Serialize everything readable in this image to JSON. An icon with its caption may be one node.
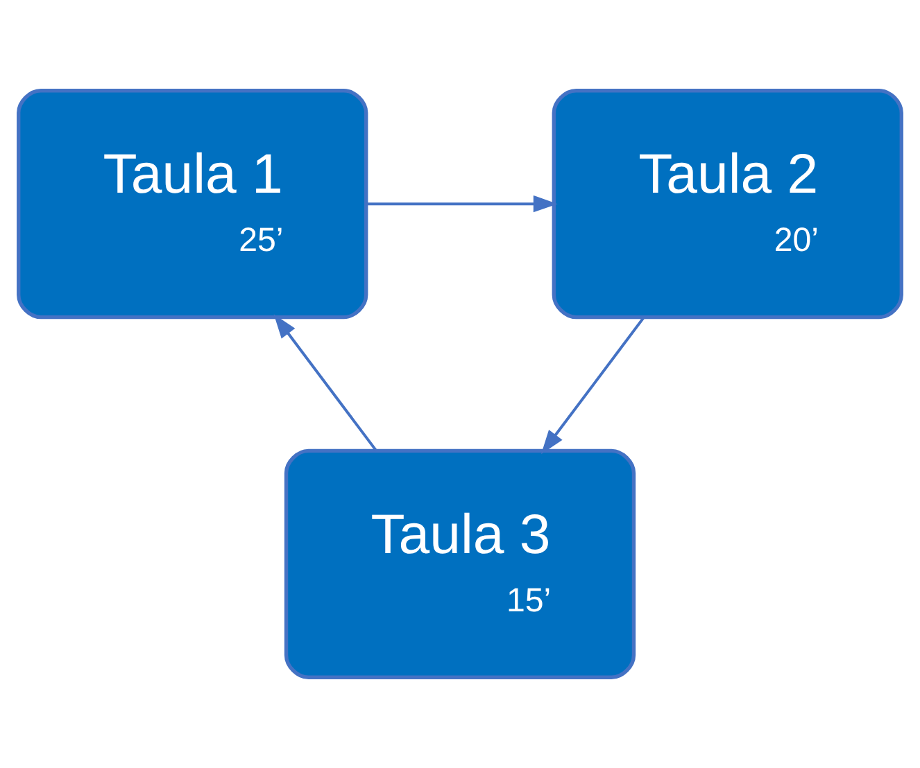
{
  "diagram": {
    "nodes": [
      {
        "text": [
          "Taula 1",
          "25’"
        ]
      },
      {
        "text": [
          "Taula 2",
          "20’"
        ]
      },
      {
        "text": [
          "Taula 3",
          "15’"
        ]
      }
    ],
    "edges": [
      {
        "from": 0,
        "to": 1,
        "arrow": "to"
      },
      {
        "from": 1,
        "to": 2,
        "arrow": "to"
      },
      {
        "from": 2,
        "to": 0,
        "arrow": "to"
      }
    ]
  }
}
